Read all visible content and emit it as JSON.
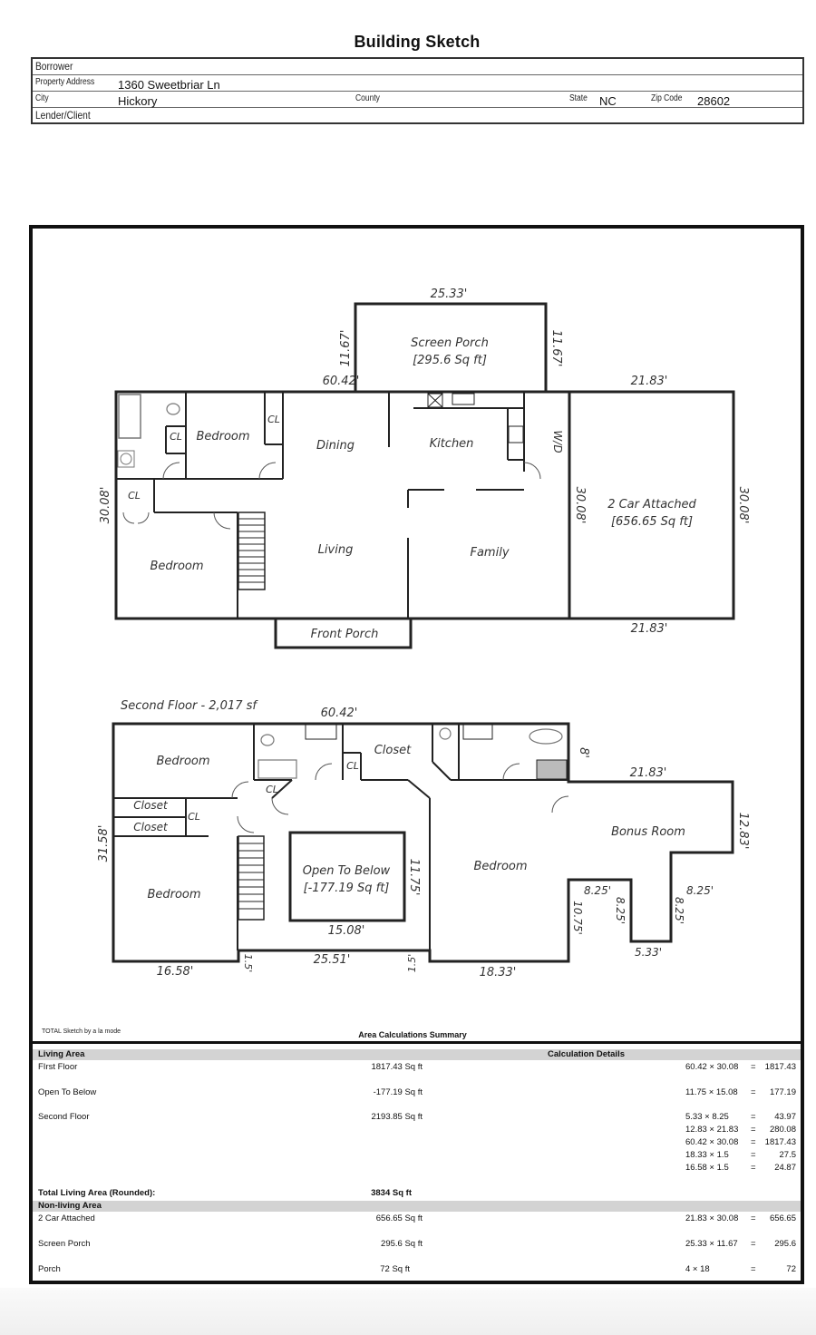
{
  "header": {
    "title": "Building Sketch",
    "borrower_label": "Borrower",
    "borrower": "",
    "property_address_label": "Property Address",
    "property_address": "1360 Sweetbriar Ln",
    "city_label": "City",
    "city": "Hickory",
    "county_label": "County",
    "county": "",
    "state_label": "State",
    "state": "NC",
    "zip_label": "Zip Code",
    "zip": "28602",
    "lender_label": "Lender/Client",
    "lender": ""
  },
  "first_floor": {
    "rooms": {
      "screen_porch": "Screen Porch",
      "screen_porch_area": "[295.6 Sq ft]",
      "bedroom_1": "Bedroom",
      "bedroom_2": "Bedroom",
      "dining": "Dining",
      "kitchen": "Kitchen",
      "living": "Living",
      "family": "Family",
      "garage": "2 Car Attached",
      "garage_area": "[656.65 Sq ft]",
      "front_porch": "Front Porch",
      "wd": "W/D",
      "cl_1": "CL",
      "cl_2": "CL",
      "cl_3": "CL"
    },
    "dimensions": {
      "porch_top": "25.33'",
      "porch_left": "11.67'",
      "porch_right": "11.67'",
      "main_width": "60.42'",
      "main_left": "30.08'",
      "main_right": "30.08'",
      "garage_top": "21.83'",
      "garage_left": "30.08'",
      "garage_right": "30.08'",
      "garage_bottom": "21.83'"
    }
  },
  "second_floor": {
    "title": "Second Floor - 2,017 sf",
    "rooms": {
      "bedroom_1": "Bedroom",
      "bedroom_2": "Bedroom",
      "bedroom_3": "Bedroom",
      "closet_1": "Closet",
      "closet_2": "Closet",
      "closet_3": "Closet",
      "open_to_below": "Open To Below",
      "open_to_below_area": "[-177.19 Sq ft]",
      "bonus_room": "Bonus Room",
      "cl_1": "CL",
      "cl_2": "CL",
      "cl_3": "CL"
    },
    "dimensions": {
      "top": "60.42'",
      "left": "31.58'",
      "bottom_left": "16.58'",
      "step_left": "1.5'",
      "bottom_mid": "25.51'",
      "step_right": "1.5'",
      "bottom_right": "18.33'",
      "otb_height": "11.75'",
      "otb_width": "15.08'",
      "bath_right": "8'",
      "bonus_top": "21.83'",
      "bonus_right": "12.83'",
      "bonus_left": "10.75'",
      "notch_top_left": "8.25'",
      "notch_left": "8.25'",
      "notch_right": "8.25'",
      "notch_top_right": "8.25'",
      "notch_bottom": "5.33'"
    }
  },
  "footer": {
    "credit": "TOTAL Sketch by a la mode",
    "summary_title": "Area Calculations Summary"
  },
  "summary": {
    "living_header": "Living Area",
    "calc_header": "Calculation Details",
    "living_rows": [
      {
        "label": "FIrst Floor",
        "area": "1817.43 Sq ft"
      },
      {
        "label": "Open To Below",
        "area": "-177.19 Sq ft"
      },
      {
        "label": "Second Floor",
        "area": "2193.85 Sq ft"
      }
    ],
    "calcs": [
      {
        "expr": "60.42 × 30.08",
        "eq": "=",
        "res": "1817.43"
      },
      {
        "expr": "11.75 × 15.08",
        "eq": "=",
        "res": "177.19"
      },
      {
        "expr": "5.33 × 8.25",
        "eq": "=",
        "res": "43.97"
      },
      {
        "expr": "12.83 × 21.83",
        "eq": "=",
        "res": "280.08"
      },
      {
        "expr": "60.42 × 30.08",
        "eq": "=",
        "res": "1817.43"
      },
      {
        "expr": "18.33 × 1.5",
        "eq": "=",
        "res": "27.5"
      },
      {
        "expr": "16.58 × 1.5",
        "eq": "=",
        "res": "24.87"
      },
      {
        "expr": "21.83 × 30.08",
        "eq": "=",
        "res": "656.65"
      },
      {
        "expr": "25.33 × 11.67",
        "eq": "=",
        "res": "295.6"
      },
      {
        "expr": "4 × 18",
        "eq": "=",
        "res": "72"
      }
    ],
    "total_label": "Total Living Area (Rounded):",
    "total_value": "3834 Sq ft",
    "nonliving_header": "Non-living Area",
    "nonliving_rows": [
      {
        "label": "2 Car Attached",
        "area": "656.65 Sq ft"
      },
      {
        "label": "Screen Porch",
        "area": "295.6 Sq ft"
      },
      {
        "label": "Porch",
        "area": "72 Sq ft"
      }
    ]
  }
}
